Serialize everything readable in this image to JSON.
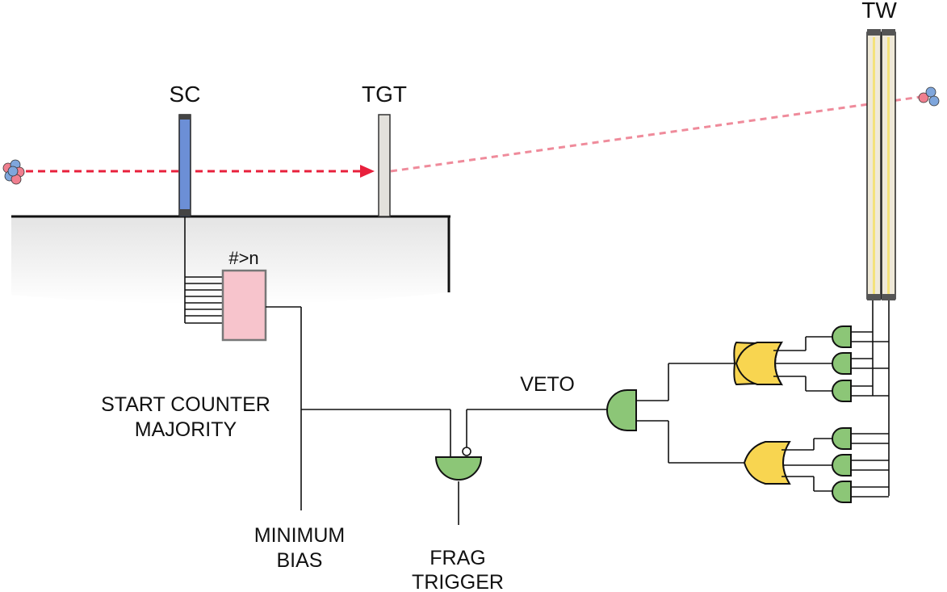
{
  "labels": {
    "sc": "SC",
    "tgt": "TGT",
    "tw": "TW",
    "majority_box": "#>n",
    "start_counter_line1": "START COUNTER",
    "start_counter_line2": "MAJORITY",
    "veto": "VETO",
    "minimum_bias_line1": "MINIMUM",
    "minimum_bias_line2": "BIAS",
    "frag_trigger_line1": "FRAG",
    "frag_trigger_line2": "TRIGGER"
  },
  "colors": {
    "start_counter": "#6c8fd6",
    "target": "#e3e1dc",
    "tof_wall_bar": "#efe9d8",
    "tof_wall_stripe": "#f4e27a",
    "majority_box": "#f7c4cc",
    "and_gate": "#8cc677",
    "or_gate": "#f8d550",
    "beam_in": "#e8203c",
    "beam_out": "#ef8b9b",
    "nucleus_red": "#ef7f8f",
    "nucleus_blue": "#7fa6dc"
  }
}
